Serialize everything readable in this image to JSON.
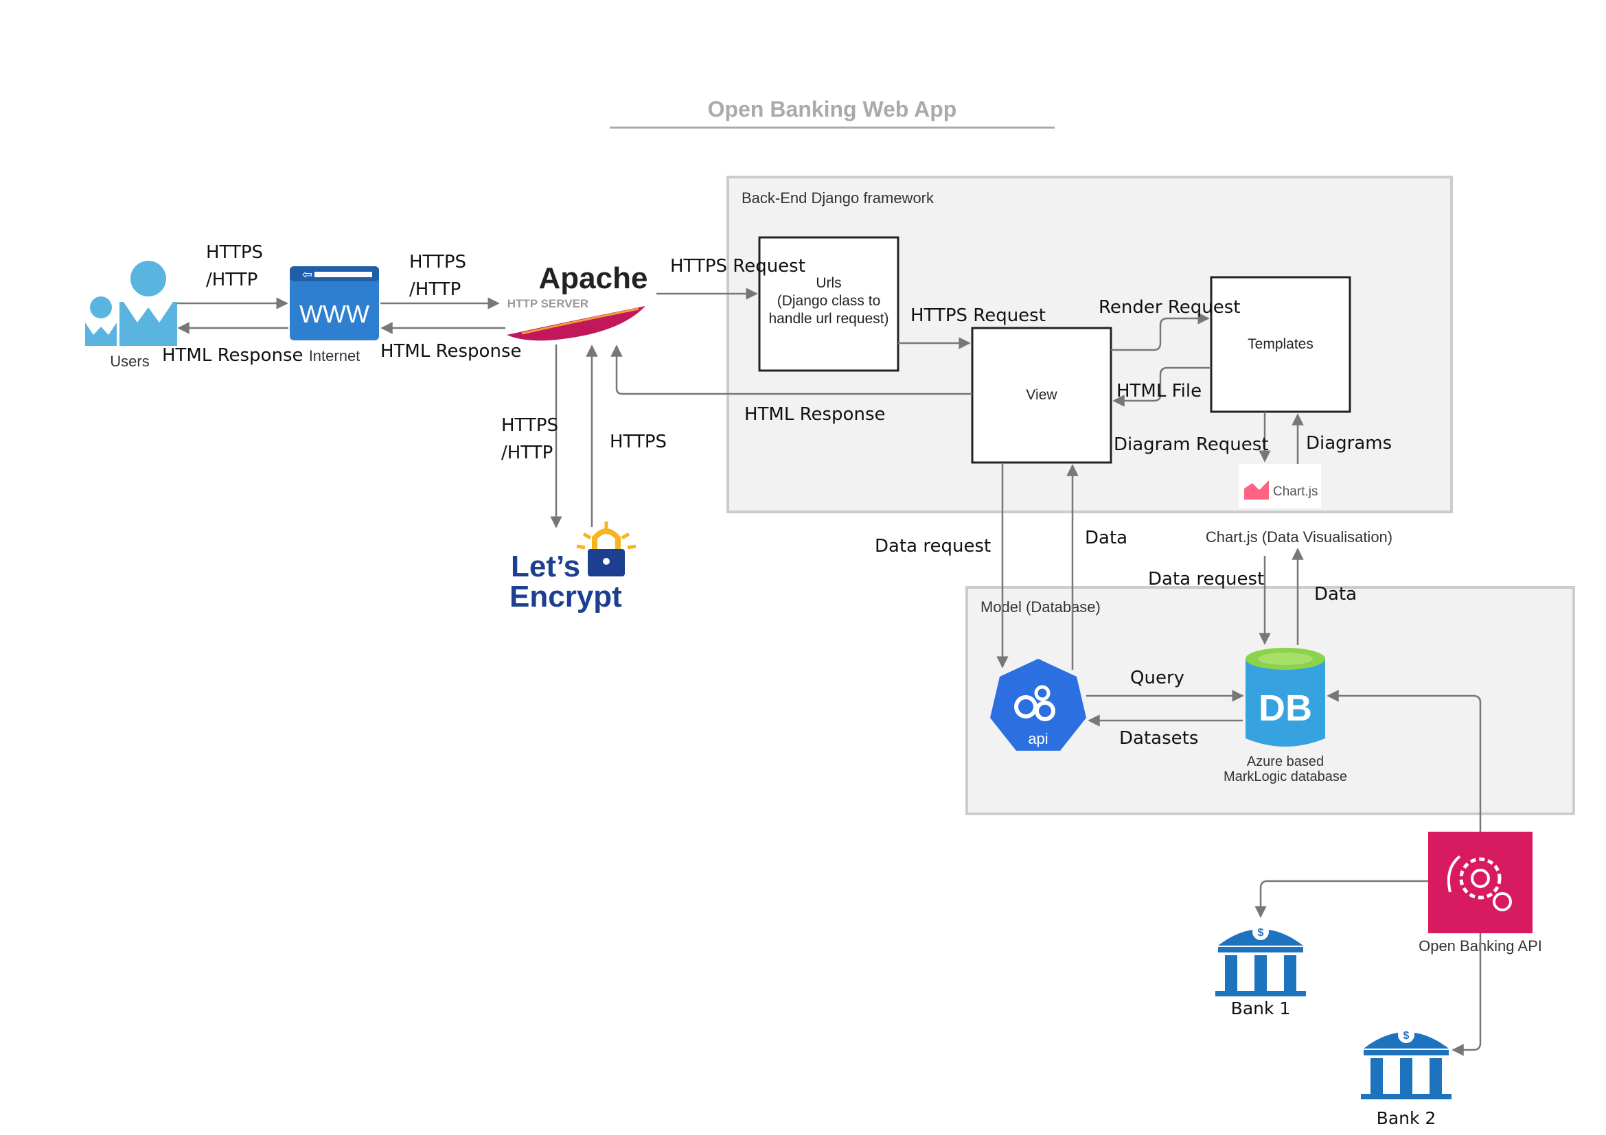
{
  "title": "Open Banking Web App",
  "containers": {
    "backend": "Back-End Django framework",
    "model": "Model (Database)"
  },
  "nodes": {
    "users": "Users",
    "internet": "Internet",
    "www": "WWW",
    "apache": "Apache",
    "apache_sub": "HTTP SERVER",
    "letsencrypt_1": "Let’s",
    "letsencrypt_2": "Encrypt",
    "urls_1": "Urls",
    "urls_2": "(Django class to",
    "urls_3": "handle url request)",
    "view": "View",
    "templates": "Templates",
    "chartjs_logo": "Chart.js",
    "chartjs_label": "Chart.js (Data Visualisation)",
    "api": "api",
    "db": "DB",
    "db_label_1": "Azure based",
    "db_label_2": "MarkLogic database",
    "open_banking_api": "Open Banking API",
    "bank1": "Bank 1",
    "bank2": "Bank 2"
  },
  "edges": {
    "users_internet_1": "HTTPS",
    "users_internet_2": "/HTTP",
    "users_internet_resp": "HTML Response",
    "internet_apache_1": "HTTPS",
    "internet_apache_2": "/HTTP",
    "internet_apache_resp": "HTML Response",
    "apache_urls": "HTTPS Request",
    "urls_view": "HTTPS Request",
    "view_apache": "HTML Response",
    "view_templates": "Render Request",
    "templates_view": "HTML File",
    "view_chart": "Diagram Request",
    "chart_templates": "Diagrams",
    "apache_le_1": "HTTPS",
    "apache_le_2": "/HTTP",
    "le_apache": "HTTPS",
    "view_api": "Data request",
    "api_view": "Data",
    "chart_db": "Data request",
    "db_chart": "Data",
    "api_db": "Query",
    "db_api": "Datasets"
  },
  "colors": {
    "users": "#5ab4e0",
    "www": "#2f7fd1",
    "apache_feather": "#c2185b",
    "letsencrypt_blue": "#1d3f8f",
    "letsencrypt_yellow": "#f6b51e",
    "api": "#2c6fe0",
    "db": "#36a2df",
    "db_top": "#8bd34a",
    "open_banking": "#d81b60",
    "bank": "#1e73be",
    "container_bg": "#f2f2f2",
    "container_border": "#cccccc",
    "arrow": "#777777"
  }
}
